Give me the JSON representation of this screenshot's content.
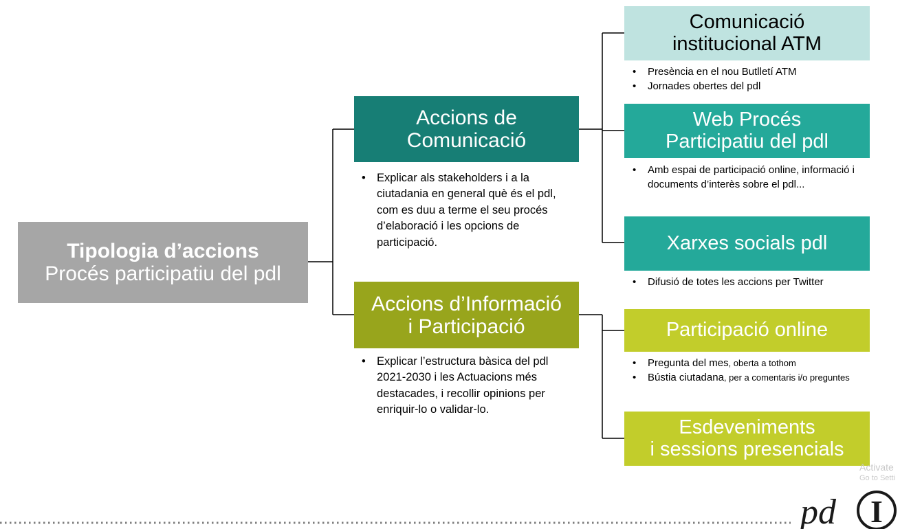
{
  "root": {
    "line1": "Tipologia d’accions",
    "line2": "Procés participatiu del pdl"
  },
  "comunicacio": {
    "title1": "Accions de",
    "title2": "Comunicació",
    "bullets": [
      "Explicar als stakeholders i a la ciutadania en general què és el pdl, com es duu a terme el seu procés d’elaboració i les opcions de participació."
    ]
  },
  "informacio": {
    "title1": "Accions d’Informació",
    "title2": "i Participació",
    "bullets": [
      "Explicar l’estructura bàsica del pdl 2021-2030 i les Actuacions més destacades, i recollir opinions per enriquir-lo o validar-lo."
    ]
  },
  "channels": [
    {
      "title1": "Comunicació",
      "title2": "institucional ATM",
      "bullets": [
        "Presència en el nou Butlletí ATM",
        "Jornades obertes del pdl"
      ]
    },
    {
      "title1": "Web Procés",
      "title2": "Participatiu del pdl",
      "bullets": [
        "Amb espai de participació online, informació i documents d’interès sobre el pdl..."
      ]
    },
    {
      "title1": "Xarxes socials pdl",
      "bullets": [
        "Difusió de totes les accions per Twitter"
      ]
    },
    {
      "title1": "Participació online",
      "bullets": [
        {
          "main": "Pregunta del mes",
          "detail": ", oberta a tothom"
        },
        {
          "main": "Bústia ciutadana",
          "detail": ", per a comentaris i/o preguntes"
        }
      ]
    },
    {
      "title1": "Esdeveniments",
      "title2": "i sessions presencials"
    }
  ],
  "watermark": {
    "line1": "Activate",
    "line2": "Go to Setti"
  },
  "logo": {
    "text": "pd",
    "letter": "I"
  },
  "colors": {
    "root": "#a6a6a6",
    "comunicacio": "#177e75",
    "informacio": "#98a51c",
    "channel_light": "#bfe3e0",
    "channel_teal": "#24a99a",
    "channel_lime": "#c2cd2b",
    "connector": "#000000",
    "dotted_rule": "#7f7f7f"
  }
}
